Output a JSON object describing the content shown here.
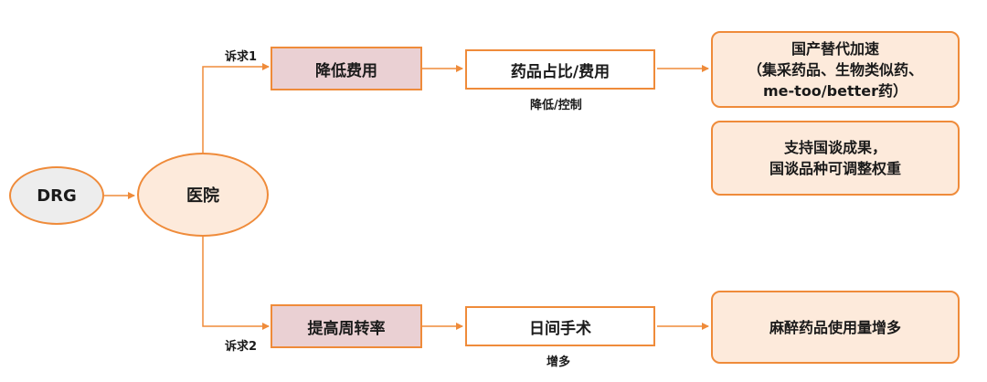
{
  "nodes": {
    "drg": "DRG",
    "hospital": "医院",
    "cost_reduction": "降低费用",
    "drug_ratio": "药品占比/费用",
    "turnover": "提高周转率",
    "surgery": "日间手术"
  },
  "edge_labels": {
    "demand1": "诉求1",
    "demand2": "诉求2",
    "reduce_control": "降低/控制",
    "increase": "增多"
  },
  "outcomes": {
    "domestic_substitution": [
      "国产替代加速",
      "（集采药品、生物类似药、",
      "me-too/better药）"
    ],
    "national_negotiation": [
      "支持国谈成果，",
      "国谈品种可调整权重"
    ],
    "anesthesia": [
      "麻醉药品使用量增多"
    ]
  },
  "colors": {
    "accent": "#ef8b3a",
    "pink_fill": "#ead0d3",
    "peach_fill": "#fdeadb",
    "grey_fill": "#ededed"
  }
}
